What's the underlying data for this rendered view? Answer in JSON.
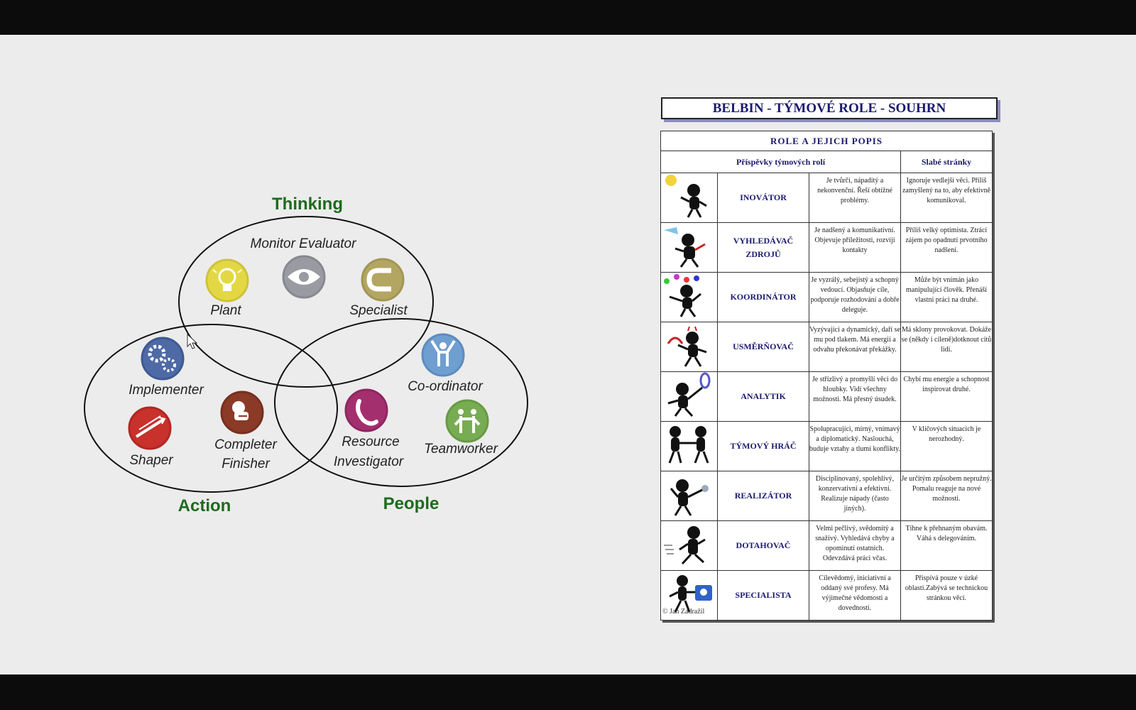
{
  "venn": {
    "headings": {
      "thinking": "Thinking",
      "action": "Action",
      "people": "People"
    },
    "roles": {
      "monitor_evaluator": "Monitor Evaluator",
      "plant": "Plant",
      "specialist": "Specialist",
      "implementer": "Implementer",
      "shaper": "Shaper",
      "completer_line1": "Completer",
      "completer_line2": "Finisher",
      "resource_line1": "Resource",
      "resource_line2": "Investigator",
      "coordinator": "Co-ordinator",
      "teamworker": "Teamworker"
    },
    "icons": {
      "plant": "lightbulb-icon",
      "monitor": "eye-icon",
      "specialist": "magnet-icon",
      "implementer": "gears-icon",
      "shaper": "arrows-icon",
      "completer": "hand-checklist-icon",
      "resource": "telephone-icon",
      "coordinator": "person-arms-raised-icon",
      "teamworker": "people-holding-hands-icon"
    },
    "colors": {
      "plant": "#e3d844",
      "monitor": "#9a9aa2",
      "specialist": "#b3a662",
      "implementer": "#4e6aa6",
      "shaper": "#c8312c",
      "completer": "#8a3a26",
      "resource": "#a42f6f",
      "coordinator": "#6f9ed0",
      "teamworker": "#78ac52",
      "heading": "#1e6a1e"
    }
  },
  "sheet": {
    "title": "BELBIN - TÝMOVÉ ROLE - SOUHRN",
    "caption": "ROLE  A  JEJICH  POPIS",
    "col_contrib": "Příspěvky týmových rolí",
    "col_weak": "Slabé stránky",
    "rows": [
      {
        "name": "INOVÁTOR",
        "contrib": "Je tvůrčí, nápaditý a nekonvenční. Řeší obtížné problémy.",
        "weak": "Ignoruje vedlejší věci. Příliš zamyšlený na to, aby efektivně komunikoval."
      },
      {
        "name": "VYHLEDÁVAČ ZDROJŮ",
        "contrib": "Je nadšený a komunikativní. Objevuje příležitosti, rozvíjí kontakty",
        "weak": "Příliš velký optimista. Ztrácí zájem po opadnutí prvotního nadšení."
      },
      {
        "name": "KOORDINÁTOR",
        "contrib": "Je vyzrálý, sebejistý a schopný vedoucí. Objasňuje cíle, podporuje rozhodování a dobře deleguje.",
        "weak": "Může být vnímán jako manipulující člověk. Přenáší vlastní práci na druhé."
      },
      {
        "name": "USMĚRŇOVAČ",
        "contrib": "Vyzývající a dynamický, daří se mu pod tlakem. Má energii a odvahu překonávat překážky.",
        "weak": "Má sklony provokovat. Dokáže se (někdy i cíleně)dotknout citů lidí."
      },
      {
        "name": "ANALYTIK",
        "contrib": "Je střízlivý a promyšlí věci do hloubky. Vidí všechny možnosti. Má přesný úsudek.",
        "weak": "Chybí mu energie a schopnost inspirovat druhé."
      },
      {
        "name": "TÝMOVÝ HRÁČ",
        "contrib": "Spolupracující, mírný, vnímavý a diplomatický. Naslouchá, buduje vztahy a tlumí konflikty.",
        "weak": "V klíčových situacích je nerozhodný."
      },
      {
        "name": "REALIZÁTOR",
        "contrib": "Disciplinovaný, spolehlivý, konzervativní a efektivní. Realizuje nápady (často jiných).",
        "weak": "Je určitým způsobem nepružný. Pomalu reaguje na nové možnosti."
      },
      {
        "name": "DOTAHOVAČ",
        "contrib": "Velmi pečlivý, svědomitý a snaživý. Vyhledává chyby a opominutí ostatních. Odevzdává práci včas.",
        "weak": "Tíhne k přehnaným obavám. Váhá s delegováním."
      },
      {
        "name": "SPECIALISTA",
        "contrib": "Cílevědomý, iniciativní a oddaný své profesy. Má výjimečné vědomosti a dovednosti.",
        "weak": "Přispívá pouze v úzké oblasti.Zabývá se technickou stránkou věcí."
      }
    ],
    "copyright": "© Jan Zadražil"
  }
}
